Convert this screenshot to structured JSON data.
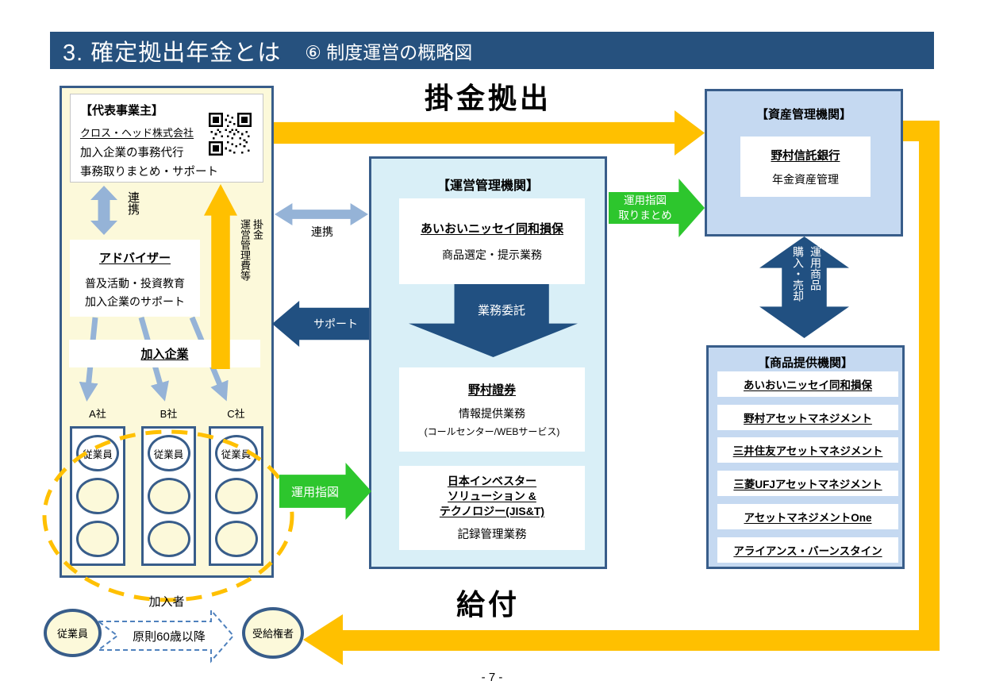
{
  "header": {
    "title": "3. 確定拠出年金とは",
    "subtitle": "⑥ 制度運営の概略図"
  },
  "footer": {
    "page_number": "- 7 -"
  },
  "flows": {
    "contribution": "掛金拠出",
    "benefit": "給付",
    "cooperation_left": "連携",
    "cooperation_center": "連携",
    "fee_line1": "掛金",
    "fee_line2": "運営管理費等",
    "support": "サポート",
    "outsourcing": "業務委託",
    "investment_instruction": "運用指図",
    "instruction_aggregation_line1": "運用指図",
    "instruction_aggregation_line2": "取りまとめ",
    "purchase_sale": "購入・売却",
    "investment_products": "運用商品"
  },
  "representative_employer": {
    "heading": "【代表事業主】",
    "company": "クロス・ヘッド株式会社",
    "role_line1": "加入企業の事務代行",
    "role_line2": "事務取りまとめ・サポート"
  },
  "advisor": {
    "name": "アドバイザー",
    "role_line1": "普及活動・投資教育",
    "role_line2": "加入企業のサポート"
  },
  "member_companies": {
    "label": "加入企業",
    "company_a": "A社",
    "company_b": "B社",
    "company_c": "C社",
    "employee": "従業員",
    "participants": "加入者"
  },
  "operating_admin": {
    "heading": "【運営管理機関】",
    "product_selection": {
      "name": "あいおいニッセイ同和損保",
      "role": "商品選定・提示業務"
    },
    "information": {
      "name": "野村證券",
      "role": "情報提供業務",
      "note": "(コールセンター/WEBサービス)"
    },
    "recordkeeping": {
      "name_line1": "日本インベスター",
      "name_line2": "ソリューション &",
      "name_line3": "テクノロジー(JIS&T)",
      "role": "記録管理業務"
    }
  },
  "asset_admin": {
    "heading": "【資産管理機関】",
    "name": "野村信託銀行",
    "role": "年金資産管理"
  },
  "product_providers": {
    "heading": "【商品提供機関】",
    "items": [
      "あいおいニッセイ同和損保",
      "野村アセットマネジメント",
      "三井住友アセットマネジメント",
      "三菱UFJアセットマネジメント",
      "アセットマネジメントOne",
      "アライアンス・バーンスタイン"
    ]
  },
  "benefit_flow": {
    "employee": "従業員",
    "condition": "原則60歳以降",
    "beneficiary": "受給権者"
  },
  "colors": {
    "title_bar": "#26517E",
    "border_blue": "#385D8A",
    "dark_blue_arrow": "#215081",
    "light_blue_arrow": "#95B3D7",
    "yellow_arrow": "#FFC000",
    "pale_yellow_fill": "#FCF9DA",
    "light_cyan_fill": "#D9EFF7",
    "light_blue_fill": "#C5D9F1",
    "green_arrow": "#2DC62D"
  }
}
